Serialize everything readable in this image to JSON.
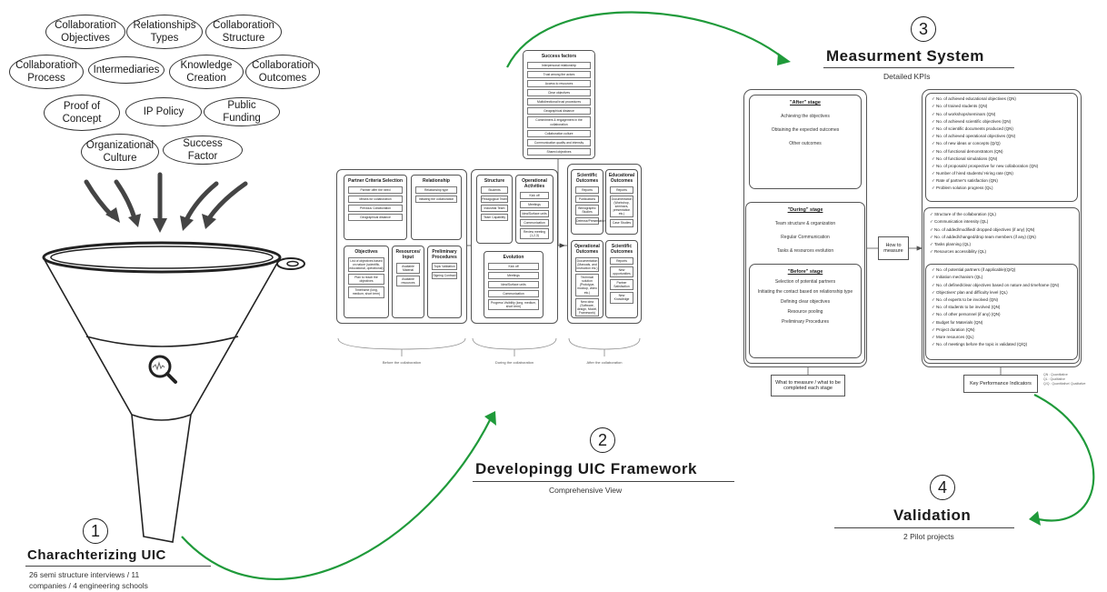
{
  "factors": [
    "Collaboration Objectives",
    "Relationships Types",
    "Collaboration Structure",
    "Collaboration Process",
    "Intermediaries",
    "Knowledge Creation",
    "Collaboration Outcomes",
    "Proof of Concept",
    "IP Policy",
    "Public Funding",
    "Organizational Culture",
    "Success Factor"
  ],
  "step1": {
    "number": "1",
    "title": "Charachterizing UIC",
    "subtitle_line1": "26 semi structure interviews / 11",
    "subtitle_line2": "companies / 4 engineering schools"
  },
  "step2": {
    "number": "2",
    "title": "Developingg UIC Framework",
    "subtitle": "Comprehensive View"
  },
  "step3": {
    "number": "3",
    "title": "Measurment System",
    "subtitle": "Detailed KPIs"
  },
  "step4": {
    "number": "4",
    "title": "Validation",
    "subtitle": "2 Pilot projects"
  },
  "framework": {
    "success_factors": {
      "title": "Success factors",
      "items": [
        "Interpersonal relationship",
        "Trust among the actors",
        "Access to resources",
        "Clear objectives",
        "Multidirectional trust procedures",
        "Geographical distance",
        "Commitment & engagement in the collaboration",
        "Collaboration culture",
        "Communication quality and intensity",
        "Shared objectives"
      ]
    },
    "partner": {
      "title": "Partner Criteria Selection",
      "items": [
        "Partner offer the need",
        "Means for collaboration",
        "Previous Collaboration",
        "Geographical distance"
      ]
    },
    "relationship": {
      "title": "Relationship",
      "items": [
        "Relationship type",
        "Initiating the collaboration"
      ]
    },
    "objectives": {
      "title": "Objectives",
      "items": [
        "List of objectives based on nature (scientific, educational, operational)",
        "Plan to reach the objectives",
        "Timeframe (long, medium, short term)"
      ]
    },
    "resources": {
      "title": "Resources/ Input",
      "items": [
        "Available Material",
        "Available resources"
      ]
    },
    "procedures": {
      "title": "Preliminary Procedures",
      "items": [
        "Topic Validation",
        "Signing Contract"
      ]
    },
    "structure": {
      "title": "Structure",
      "items": [
        "Students",
        "Pedagogical Team",
        "Industrial Team",
        "Team Capability"
      ]
    },
    "activities": {
      "title": "Operational Activities",
      "items": [
        "Kick off",
        "Meetings",
        "Idea/Surface units",
        "Communication",
        "Review meeting (1,2,3)"
      ]
    },
    "evolution": {
      "title": "Evolution",
      "items": [
        "Kick off",
        "Meetings",
        "Idea/Surface units",
        "Communication",
        "Progress Visibility (long, medium, short term)"
      ]
    },
    "sci_outcomes": {
      "title": "Scientific Outcomes",
      "items": [
        "Reports",
        "Publications",
        "Bibliographic Studies",
        "Defense/Presentation"
      ]
    },
    "edu_outcomes": {
      "title": "Educational Outcomes",
      "items": [
        "Reports",
        "Documentation (Workshop, seminars, presentation etc.)",
        "Case Studies"
      ]
    },
    "op_outcomes": {
      "title": "Operational Outcomes",
      "items": [
        "Documentation (Manuals, and instruction etc.)",
        "Technical solution (Prototype, mockup, video etc.)",
        "New idea (Software, design, Model, Framework)"
      ]
    },
    "sci_outcomes2": {
      "title": "Scientific Outcomes",
      "items": [
        "Reports",
        "New opportunities",
        "Partner Satisfaction",
        "New Knowledge"
      ]
    },
    "phase_before": "Before the collaboration",
    "phase_during": "During the collaboration",
    "phase_after": "After the collaboration"
  },
  "measurement": {
    "after": {
      "title": "\"After\" stage",
      "items": [
        "Achieving the objectives",
        "Obtaining the expected outcomes",
        "Other outcomes"
      ]
    },
    "during": {
      "title": "\"During\" stage",
      "items": [
        "Team structure & organization",
        "Regular Communication",
        "Tasks & resources evolution"
      ]
    },
    "before": {
      "title": "\"Before\" stage",
      "items": [
        "Selection of potential partners",
        "Initiating the contact based on relationship type",
        "Defining clear objectives",
        "Resource pooling",
        "Preliminary Procedures"
      ]
    },
    "how_to_measure": "How to measure",
    "what_to_measure": "What to measure / what to be completed each stage",
    "kpi_label": "Key Performance Indicators",
    "legend": [
      "QN : Quantitative",
      "QL : Qualitative",
      "Q/Q : Quantitative/ Qualitative"
    ],
    "kpis_after": [
      "No. of achieved educational objectives (QN)",
      "No. of trained students (QN)",
      "No. of workshops/seminars (QN)",
      "No. of achieved scientific objectives (QN)",
      "No. of scientific documents produced (QN)",
      "No. of achieved operational objectives (QN)",
      "No. of new ideas or concepts (Q/Q)",
      "No. of functional demonstrators (QN)",
      "No. of functional simulations (QN)",
      "No. of proposals/ prospective for new collaboration (QN)",
      "Number of hired students/ Hiring rate (QN)",
      "Rate of partner's satisfaction (QN)",
      "Problem solution progress (QL)"
    ],
    "kpis_during": [
      "Structure of the collaboration (QL)",
      "Communication intensity (QL)",
      "No. of added/modified/ dropped objectives (if any) (QN)",
      "No. of added/changed/drop team members (if any) (QN)",
      "Tasks planning (QL)",
      "Resources accessibility (QL)"
    ],
    "kpis_before": [
      "No. of potential partners (if applicable)(Q/Q)",
      "Initiation mechanism (QL)",
      "No. of defined/clear objectives based on nature and timeframe (QN)",
      "Objectives' plan and difficulty level (QL)",
      "No. of experts to be involved (QN)",
      "No. of students to be involved (QN)",
      "No. of other personnel (if any) (QN)",
      "Budget for Materials (QN)",
      "Project duration (QN)",
      "More resources (QL)",
      "No. of meetings before the topic is validated (Q/Q)"
    ]
  }
}
